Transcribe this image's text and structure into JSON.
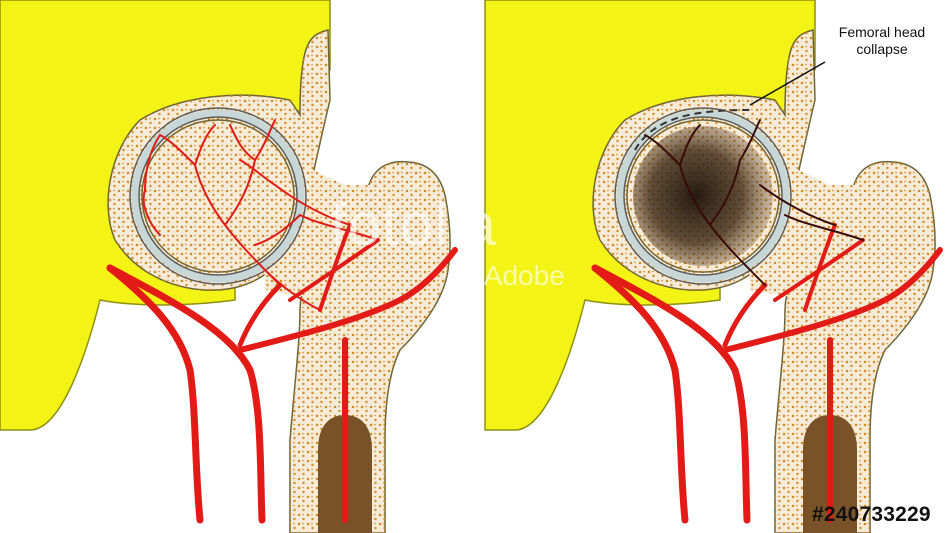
{
  "callout": {
    "line1": "Femoral head",
    "line2": "collapse"
  },
  "stock_id": "#240733229",
  "watermark": {
    "main": "fotolia",
    "sub": "by Adobe"
  },
  "colors": {
    "pelvis": "#f3f316",
    "pelvis_outline": "#8f8f12",
    "bone": "#f6ead8",
    "bone_outline": "#6b6435",
    "dots": "#d38a1e",
    "artery": "#e31b17",
    "marrow": "#7a5228",
    "cartilage": "#c7d7d7",
    "necrosis": "#2a1a0a"
  },
  "panels": [
    {
      "name": "normal-hip"
    },
    {
      "name": "necrotic-hip"
    }
  ]
}
